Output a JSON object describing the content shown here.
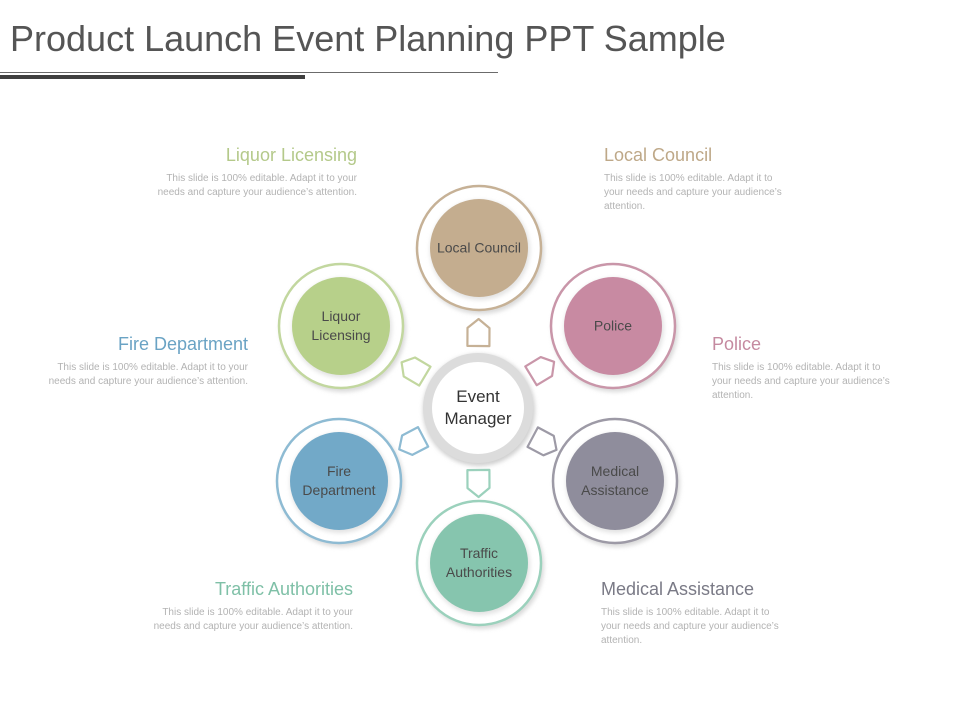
{
  "slide": {
    "title": "Product Launch Event Planning PPT Sample"
  },
  "center": {
    "label": "Event Manager"
  },
  "nodes": [
    {
      "id": "local-council",
      "label": "Local Council",
      "color": "#c4ad8f",
      "ring": "#c6b196"
    },
    {
      "id": "police",
      "label": "Police",
      "color": "#c88aa2",
      "ring": "#c996a9"
    },
    {
      "id": "medical-assistance",
      "label": "Medical Assistance",
      "color": "#8f8d9c",
      "ring": "#9d9aa6"
    },
    {
      "id": "traffic-authorities",
      "label": "Traffic Authorities",
      "color": "#86c5ae",
      "ring": "#9bd1bc"
    },
    {
      "id": "fire-department",
      "label": "Fire Department",
      "color": "#72a9c8",
      "ring": "#8ebbd3"
    },
    {
      "id": "liquor-licensing",
      "label": "Liquor Licensing",
      "color": "#b7d08a",
      "ring": "#c2d79f"
    }
  ],
  "callouts": [
    {
      "id": "liquor-licensing",
      "title": "Liquor Licensing",
      "color": "#b4c98a",
      "body": "This slide is 100% editable. Adapt it to your needs and capture your audience’s attention."
    },
    {
      "id": "local-council",
      "title": "Local Council",
      "color": "#bea888",
      "body": "This slide is 100% editable. Adapt it to your needs and capture your audience’s attention."
    },
    {
      "id": "fire-department",
      "title": "Fire Department",
      "color": "#6aa3c4",
      "body": "This slide is 100% editable. Adapt it to your needs and capture your audience’s attention."
    },
    {
      "id": "police",
      "title": "Police",
      "color": "#c58aa0",
      "body": "This slide is 100% editable. Adapt it to your needs and capture your audience’s attention."
    },
    {
      "id": "traffic-authorities",
      "title": "Traffic Authorities",
      "color": "#7fc0a7",
      "body": "This slide is 100% editable. Adapt it to your needs and capture your audience’s attention."
    },
    {
      "id": "medical-assistance",
      "title": "Medical Assistance",
      "color": "#7a7a86",
      "body": "This slide is 100% editable. Adapt it to your needs and capture your audience’s attention."
    }
  ]
}
